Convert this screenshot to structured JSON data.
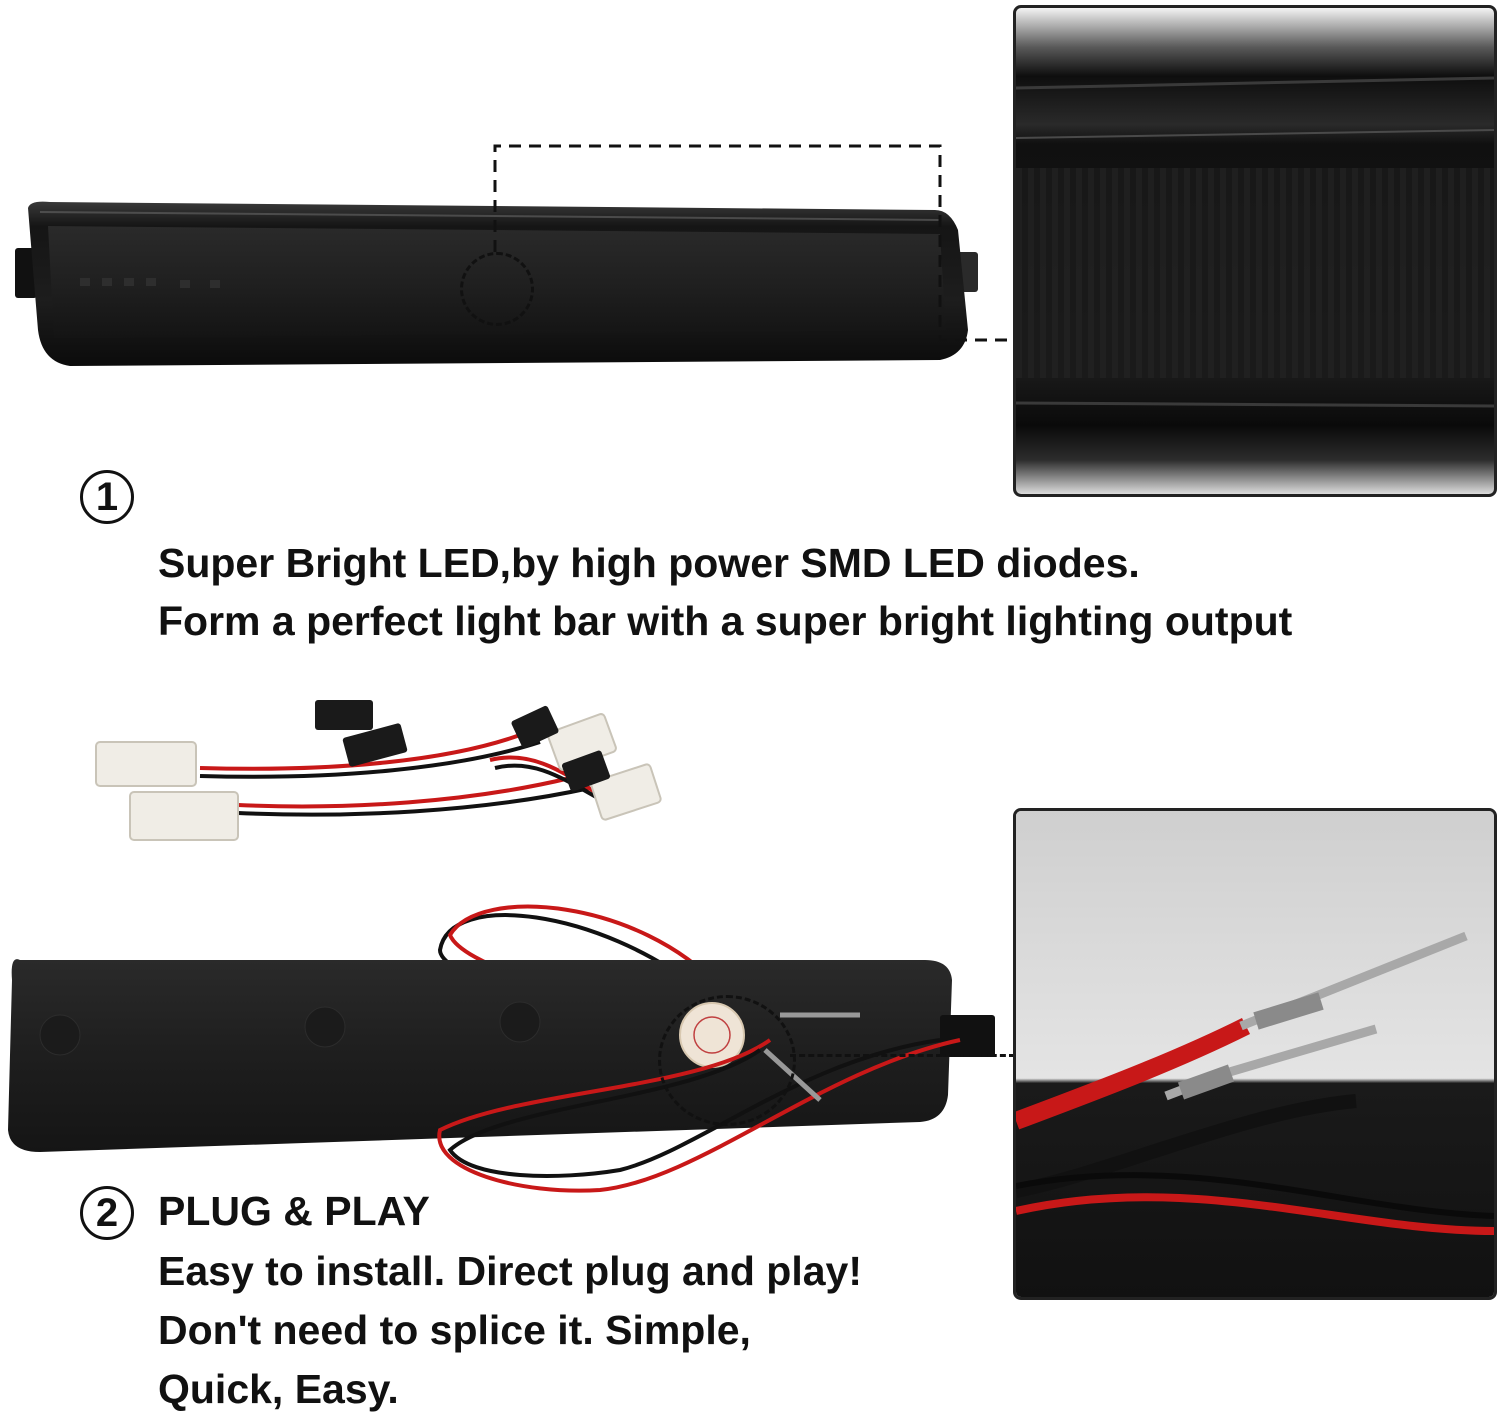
{
  "section1": {
    "number": "1",
    "line1": "Super Bright LED,by high power SMD LED diodes.",
    "line2": "Form a perfect light bar with a super bright lighting output"
  },
  "section2": {
    "number": "2",
    "title": "PLUG & PLAY",
    "line1": "Easy to install. Direct plug and play!",
    "line2": "Don't need to splice it. Simple,",
    "line3": "Quick, Easy."
  },
  "images": {
    "light_bar": "smoked-led-light-bar",
    "zoom_lens": "lens-closeup",
    "harness": "wiring-harness-connectors",
    "back_plate": "light-back-with-wires",
    "zoom_terminals": "wire-terminals-closeup"
  }
}
